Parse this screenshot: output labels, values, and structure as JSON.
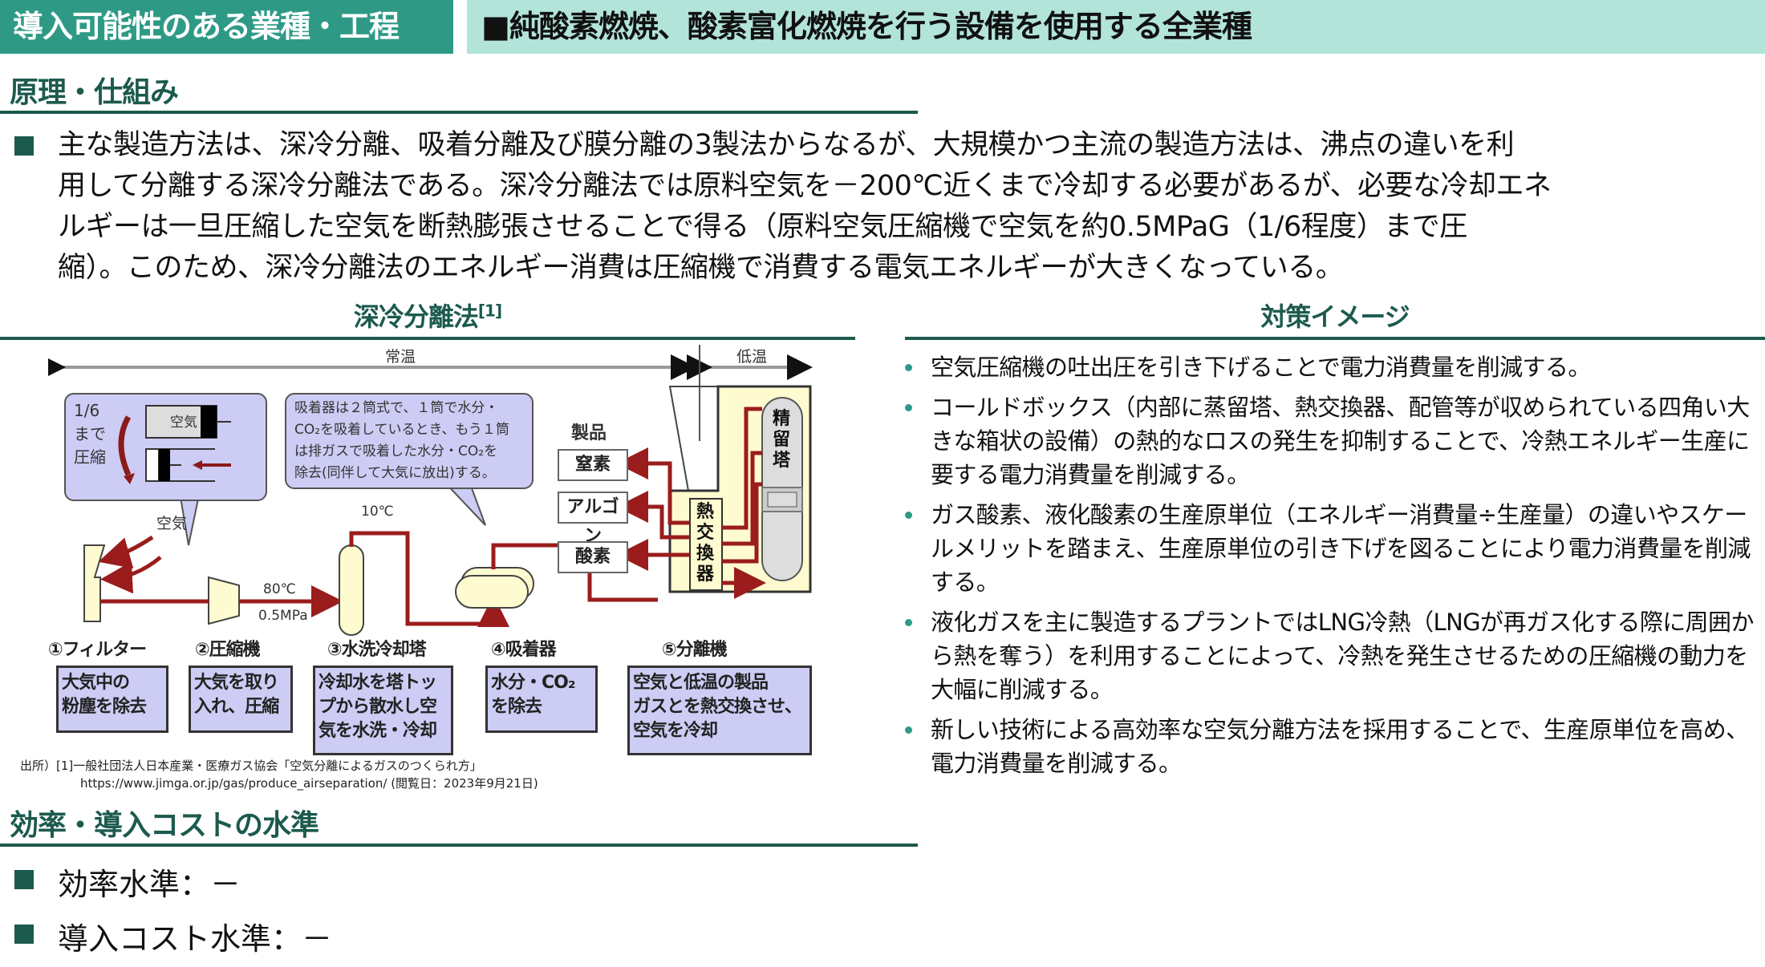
{
  "header": {
    "category_label": "導入可能性のある業種・工程",
    "category_value": "■純酸素燃焼、酸素富化燃焼を行う設備を使用する全業種"
  },
  "principle": {
    "title": "原理・仕組み",
    "paragraph_lines": [
      "主な製造方法は、深冷分離、吸着分離及び膜分離の3製法からなるが、大規模かつ主流の製造方法は、沸点の違いを利",
      "用して分離する深冷分離法である。深冷分離法では原料空気を－200℃近くまで冷却する必要があるが、必要な冷却エネ",
      "ルギーは一旦圧縮した空気を断熱膨張させることで得る（原料空気圧縮機で空気を約0.5MPaG（1/6程度）まで圧",
      "縮）。このため、深冷分離法のエネルギー消費は圧縮機で消費する電気エネルギーが大きくなっている。"
    ]
  },
  "diagram": {
    "title": "深冷分離法",
    "title_ref": "[1]",
    "zone_normal": "常温",
    "zone_low": "低温",
    "compress_callout": {
      "ratio": "1/6",
      "line2": "まで",
      "line3": "圧縮",
      "cylinder_label": "空気"
    },
    "adsorber_callout_lines": [
      "吸着器は２筒式で、１筒で水分・",
      "CO₂を吸着しているとき、もう１筒",
      "は排ガスで吸着した水分・CO₂を",
      "除去(同伴して大気に放出)する。"
    ],
    "air_label": "空気",
    "temp_80": "80℃",
    "pressure": "0.5MPa",
    "temp_10": "10℃",
    "products_label": "製品",
    "products": [
      "窒素",
      "アルゴン",
      "酸素"
    ],
    "heat_exchanger": "熱交換器",
    "column": "精留塔",
    "stages": [
      {
        "label": "①フィルター",
        "desc": [
          "大気中の",
          "粉塵を除去"
        ]
      },
      {
        "label": "②圧縮機",
        "desc": [
          "大気を取り",
          "入れ、圧縮"
        ]
      },
      {
        "label": "③水洗冷却塔",
        "desc": [
          "冷却水を塔トッ",
          "プから散水し空",
          "気を水洗・冷却"
        ]
      },
      {
        "label": "④吸着器",
        "desc": [
          "水分・CO₂",
          "を除去"
        ]
      },
      {
        "label": "⑤分離機",
        "desc": [
          "空気と低温の製品",
          "ガスとを熱交換させ、",
          "空気を冷却"
        ]
      }
    ],
    "colors": {
      "pipe": "#9b1c1c",
      "callout": "#ccccf4",
      "equipment": "#fffbd0"
    }
  },
  "source": {
    "line1": "出所）[1]一般社団法人日本産業・医療ガス協会「空気分離によるガスのつくられ方」",
    "line2": "https://www.jimga.or.jp/gas/produce_airseparation/ (閲覧日：2023年9月21日)"
  },
  "measures": {
    "title": "対策イメージ",
    "items": [
      "空気圧縮機の吐出圧を引き下げることで電力消費量を削減する。",
      "コールドボックス（内部に蒸留塔、熱交換器、配管等が収められている四角い大きな箱状の設備）の熱的なロスの発生を抑制することで、冷熱エネルギー生産に要する電力消費量を削減する。",
      "ガス酸素、液化酸素の生産原単位（エネルギー消費量÷生産量）の違いやスケールメリットを踏まえ、生産原単位の引き下げを図ることにより電力消費量を削減する。",
      "液化ガスを主に製造するプラントではLNG冷熱（LNGが再ガス化する際に周囲から熱を奪う）を利用することによって、冷熱を発生させるための圧縮機の動力を大幅に削減する。",
      "新しい技術による高効率な空気分離方法を採用することで、生産原単位を高め、電力消費量を削減する。"
    ]
  },
  "cost": {
    "title": "効率・導入コストの水準",
    "efficiency": "効率水準：－",
    "introduction_cost": "導入コスト水準：－"
  },
  "colors": {
    "header_dark": "#2e9a86",
    "header_light": "#b2e4da",
    "section_green": "#1c5a4e",
    "bullet_dot": "#2e9a86"
  }
}
